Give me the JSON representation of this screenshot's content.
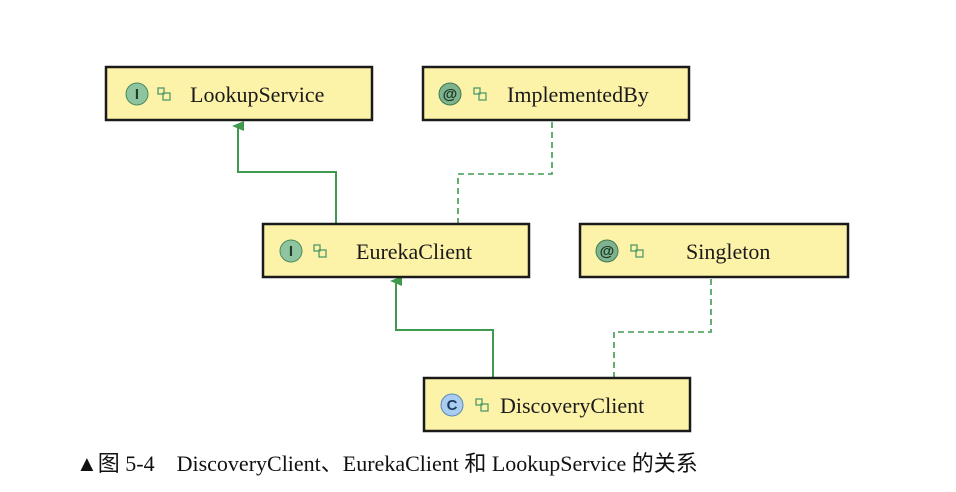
{
  "nodes": {
    "lookup_service": {
      "kind": "I",
      "name": "LookupService"
    },
    "implemented_by": {
      "kind": "@",
      "name": "ImplementedBy"
    },
    "eureka_client": {
      "kind": "I",
      "name": "EurekaClient"
    },
    "singleton": {
      "kind": "@",
      "name": "Singleton"
    },
    "discovery_client": {
      "kind": "C",
      "name": "DiscoveryClient"
    }
  },
  "edges": [
    {
      "from": "eureka_client",
      "to": "lookup_service",
      "type": "extends"
    },
    {
      "from": "eureka_client",
      "to": "implemented_by",
      "type": "annotated"
    },
    {
      "from": "discovery_client",
      "to": "eureka_client",
      "type": "extends"
    },
    {
      "from": "discovery_client",
      "to": "singleton",
      "type": "annotated"
    }
  ],
  "colors": {
    "node_fill": "#fdf3a8",
    "node_border": "#1a1a1a",
    "interface_badge": "#8fc4a0",
    "annotation_badge": "#7fb28e",
    "class_badge": "#a9cdf0",
    "edge": "#3f9a4f"
  },
  "caption": "▲图 5-4　DiscoveryClient、EurekaClient 和 LookupService 的关系"
}
